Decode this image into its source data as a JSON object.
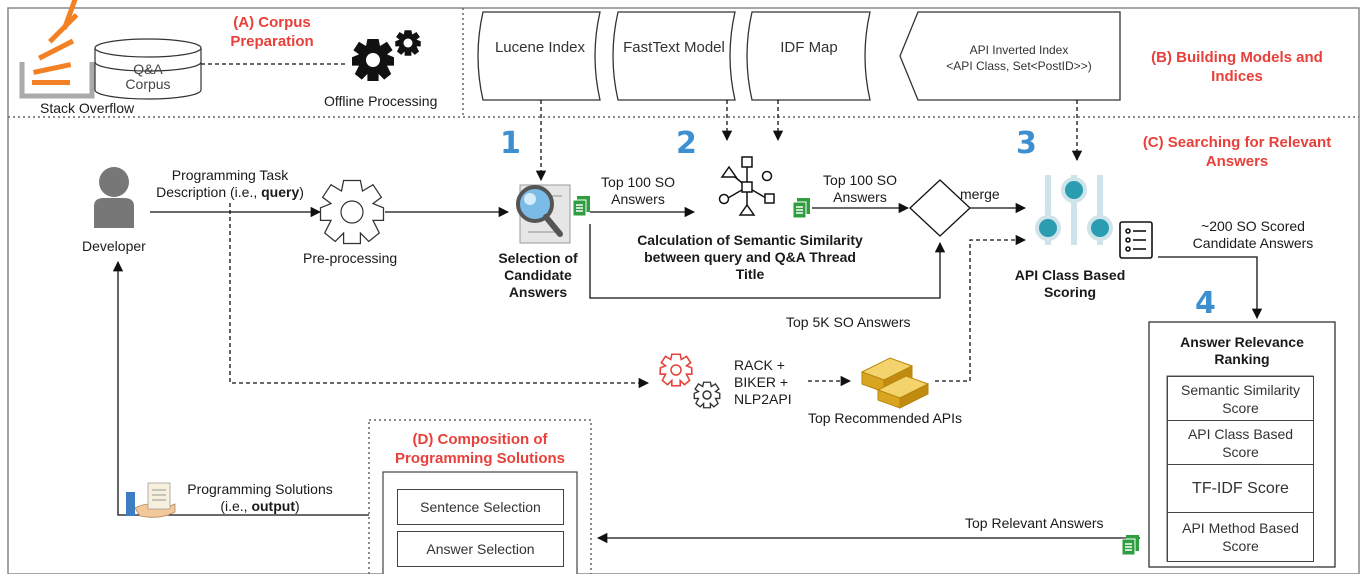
{
  "corpus": {
    "section_label": "(A) Corpus Preparation",
    "source_label": "Stack Overflow",
    "db_label": "Q&A Corpus",
    "offline_label": "Offline Processing"
  },
  "models": {
    "section_label": "(B) Building Models and Indices",
    "lucene": "Lucene Index",
    "fasttext": "FastText Model",
    "idf": "IDF Map",
    "inverted_line1": "API Inverted Index",
    "inverted_line2": "<API Class, Set<PostID>>)"
  },
  "search": {
    "section_label": "(C) Searching for Relevant Answers",
    "developer": "Developer",
    "task_line1": "Programming Task",
    "task_line2_prefix": "Description (i.e., ",
    "task_line2_bold": "query",
    "task_line2_suffix": ")",
    "preprocessing": "Pre-processing",
    "step1": "1",
    "step2": "2",
    "step3": "3",
    "step4": "4",
    "selection": "Selection of Candidate Answers",
    "top100_a": "Top 100 SO Answers",
    "semantic": "Calculation of Semantic Similarity between query and Q&A Thread Title",
    "top100_b": "Top 100 SO Answers",
    "merge": "merge",
    "top5k": "Top 5K SO Answers",
    "api_scoring": "API Class Based Scoring",
    "scored": "~200 SO Scored Candidate Answers",
    "rack": "RACK + BIKER + NLP2API",
    "top_apis": "Top Recommended APIs"
  },
  "ranking": {
    "title": "Answer Relevance Ranking",
    "scores": [
      "Semantic Similarity Score",
      "API Class Based Score",
      "TF-IDF Score",
      "API Method Based Score"
    ],
    "top_relevant": "Top Relevant Answers"
  },
  "composition": {
    "section_label": "(D) Composition of Programming Solutions",
    "sentence_selection": "Sentence Selection",
    "answer_selection": "Answer Selection",
    "solutions_line1": "Programming Solutions",
    "solutions_line2_prefix": "(i.e., ",
    "solutions_line2_bold": "output",
    "solutions_line2_suffix": ")"
  },
  "colors": {
    "red_label": "#e8403a",
    "step_number": "#3d8fcf",
    "document_green": "#2e9e3f",
    "slider_teal": "#2a9db0",
    "stack_overflow_orange": "#f48024"
  }
}
